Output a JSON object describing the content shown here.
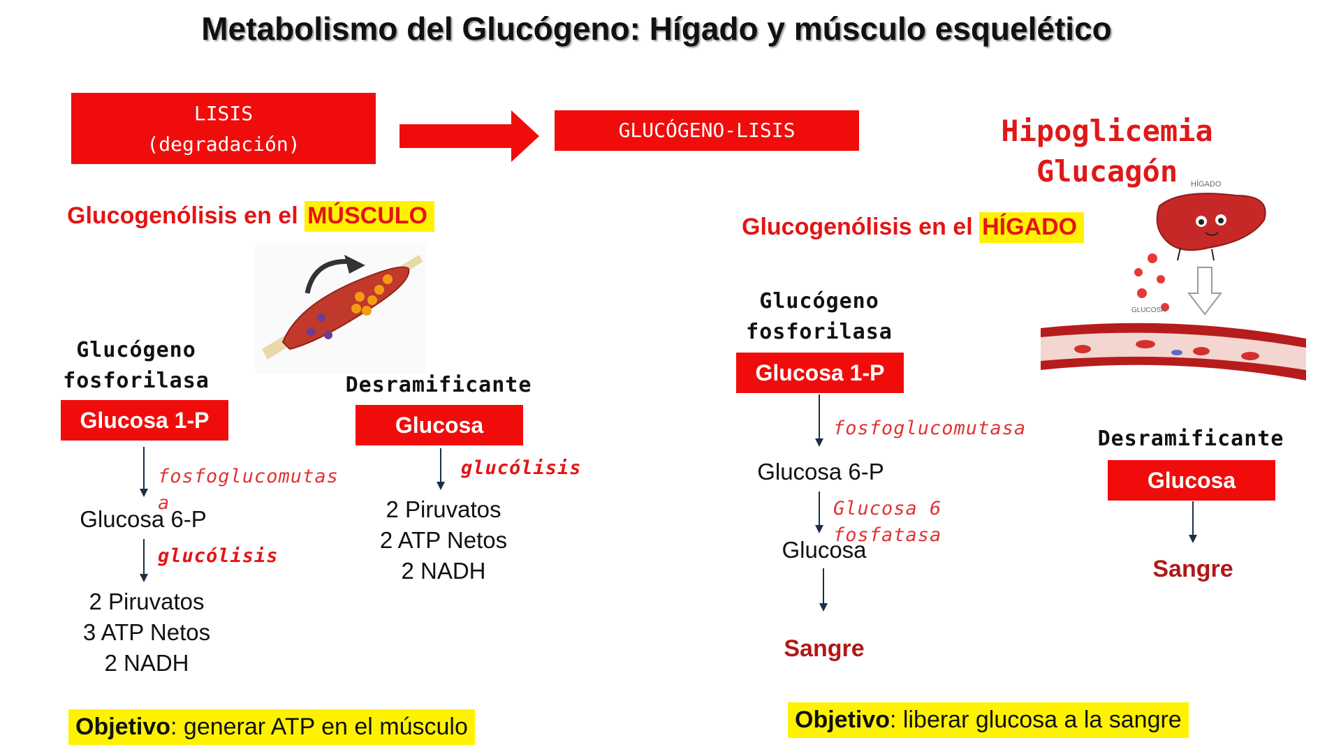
{
  "title": "Metabolismo del Glucógeno: Hígado y músculo esquelético",
  "lisis_box": {
    "line1": "LISIS",
    "line2": "(degradación)"
  },
  "glucogenolisis_box": "GLUCÓGENO-LISIS",
  "hipoglicemia": "Hipoglicemia",
  "glucagon": "Glucagón",
  "liver_labels": {
    "higado": "HÍGADO",
    "glucosa": "GLUCOSA"
  },
  "muscle": {
    "heading_prefix": "Glucogenólisis en el ",
    "heading_highlight": "MÚSCULO",
    "left": {
      "enzyme": "Glucógeno fosforilasa",
      "product": "Glucosa 1-P",
      "step1_enzyme": "fosfoglucomutasa",
      "step1_product": "Glucosa 6-P",
      "step2_enzyme": "glucólisis",
      "results": [
        "2 Piruvatos",
        "3 ATP Netos",
        "2 NADH"
      ]
    },
    "right": {
      "enzyme": "Desramificante",
      "product": "Glucosa",
      "step1_enzyme": "glucólisis",
      "results": [
        "2 Piruvatos",
        "2 ATP Netos",
        "2 NADH"
      ]
    },
    "objective_label": "Objetivo",
    "objective_text": ": generar ATP en el músculo"
  },
  "liver": {
    "heading_prefix": "Glucogenólisis en el ",
    "heading_highlight": "HÍGADO",
    "left": {
      "enzyme": "Glucógeno fosforilasa",
      "product": "Glucosa 1-P",
      "step1_enzyme": "fosfoglucomutasa",
      "step1_product": "Glucosa 6-P",
      "step2_enzyme": "Glucosa 6 fosfatasa",
      "step2_product": "Glucosa",
      "end": "Sangre"
    },
    "right": {
      "enzyme": "Desramificante",
      "product": "Glucosa",
      "end": "Sangre"
    },
    "objective_label": "Objetivo",
    "objective_text": ": liberar glucosa a la sangre"
  },
  "colors": {
    "red_box": "#f10c0c",
    "highlight": "#fff200",
    "heading_red": "#e41414",
    "sangre": "#b01818"
  }
}
